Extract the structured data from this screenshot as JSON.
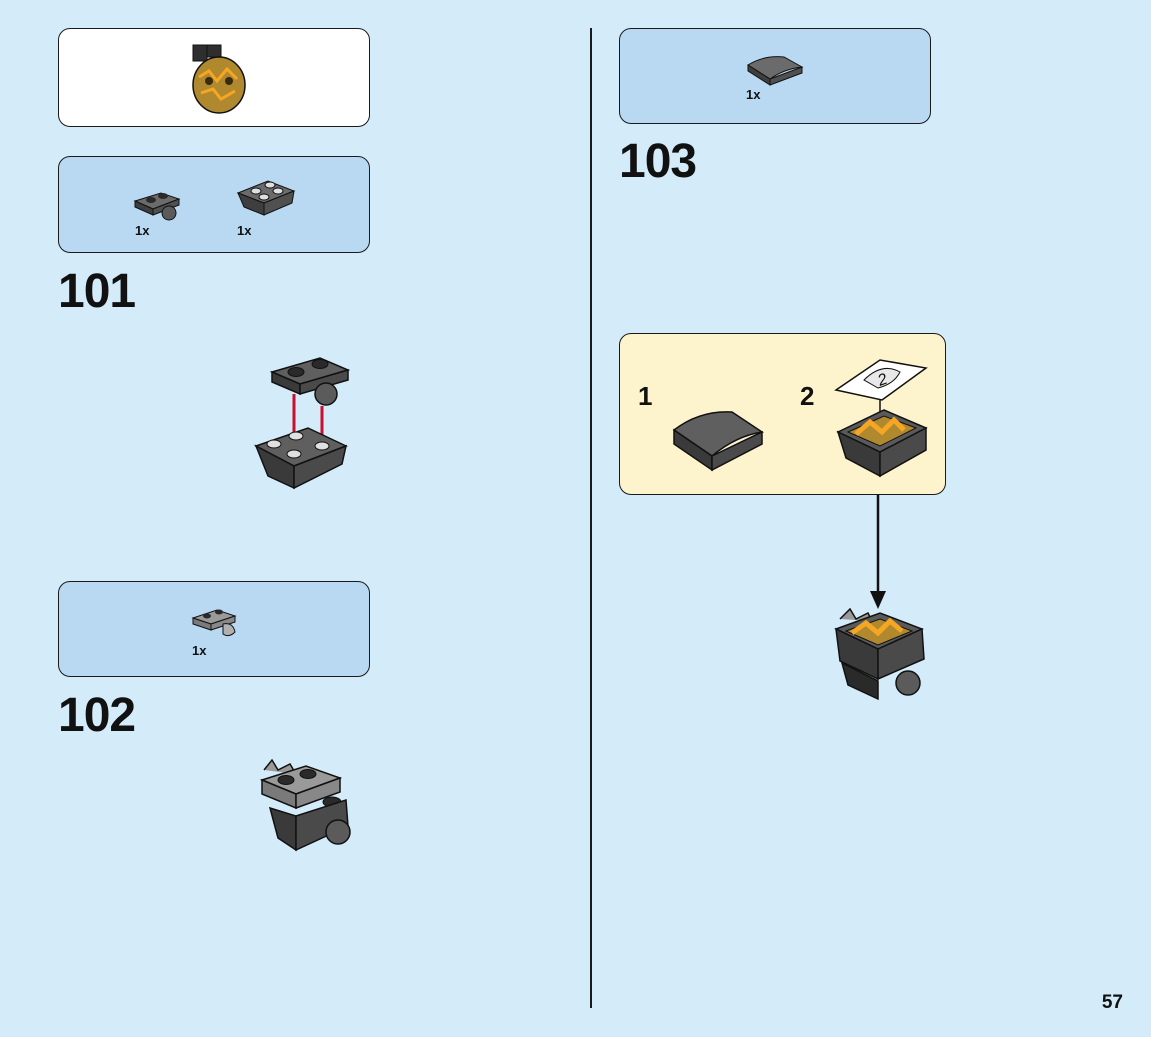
{
  "page_number": "57",
  "steps": [
    {
      "number": "101",
      "parts": [
        {
          "qty": "1x",
          "icon": "plate-with-ball-icon"
        },
        {
          "qty": "1x",
          "icon": "inverted-slope-plate-icon"
        }
      ]
    },
    {
      "number": "102",
      "parts": [
        {
          "qty": "1x",
          "icon": "clip-plate-icon"
        }
      ]
    },
    {
      "number": "103",
      "parts": [
        {
          "qty": "1x",
          "icon": "curved-slope-icon"
        }
      ],
      "substeps": [
        {
          "number": "1",
          "icon": "curved-slope-icon"
        },
        {
          "number": "2",
          "icon": "sticker-icon"
        }
      ]
    }
  ],
  "colors": {
    "page_background": "#d4ebfa",
    "parts_box": "#b9d9f3",
    "substep_box": "#fdf3cc",
    "brick_dark": "#5b5b5b",
    "arrow_red": "#c8102e",
    "lava": "#f5a623"
  }
}
